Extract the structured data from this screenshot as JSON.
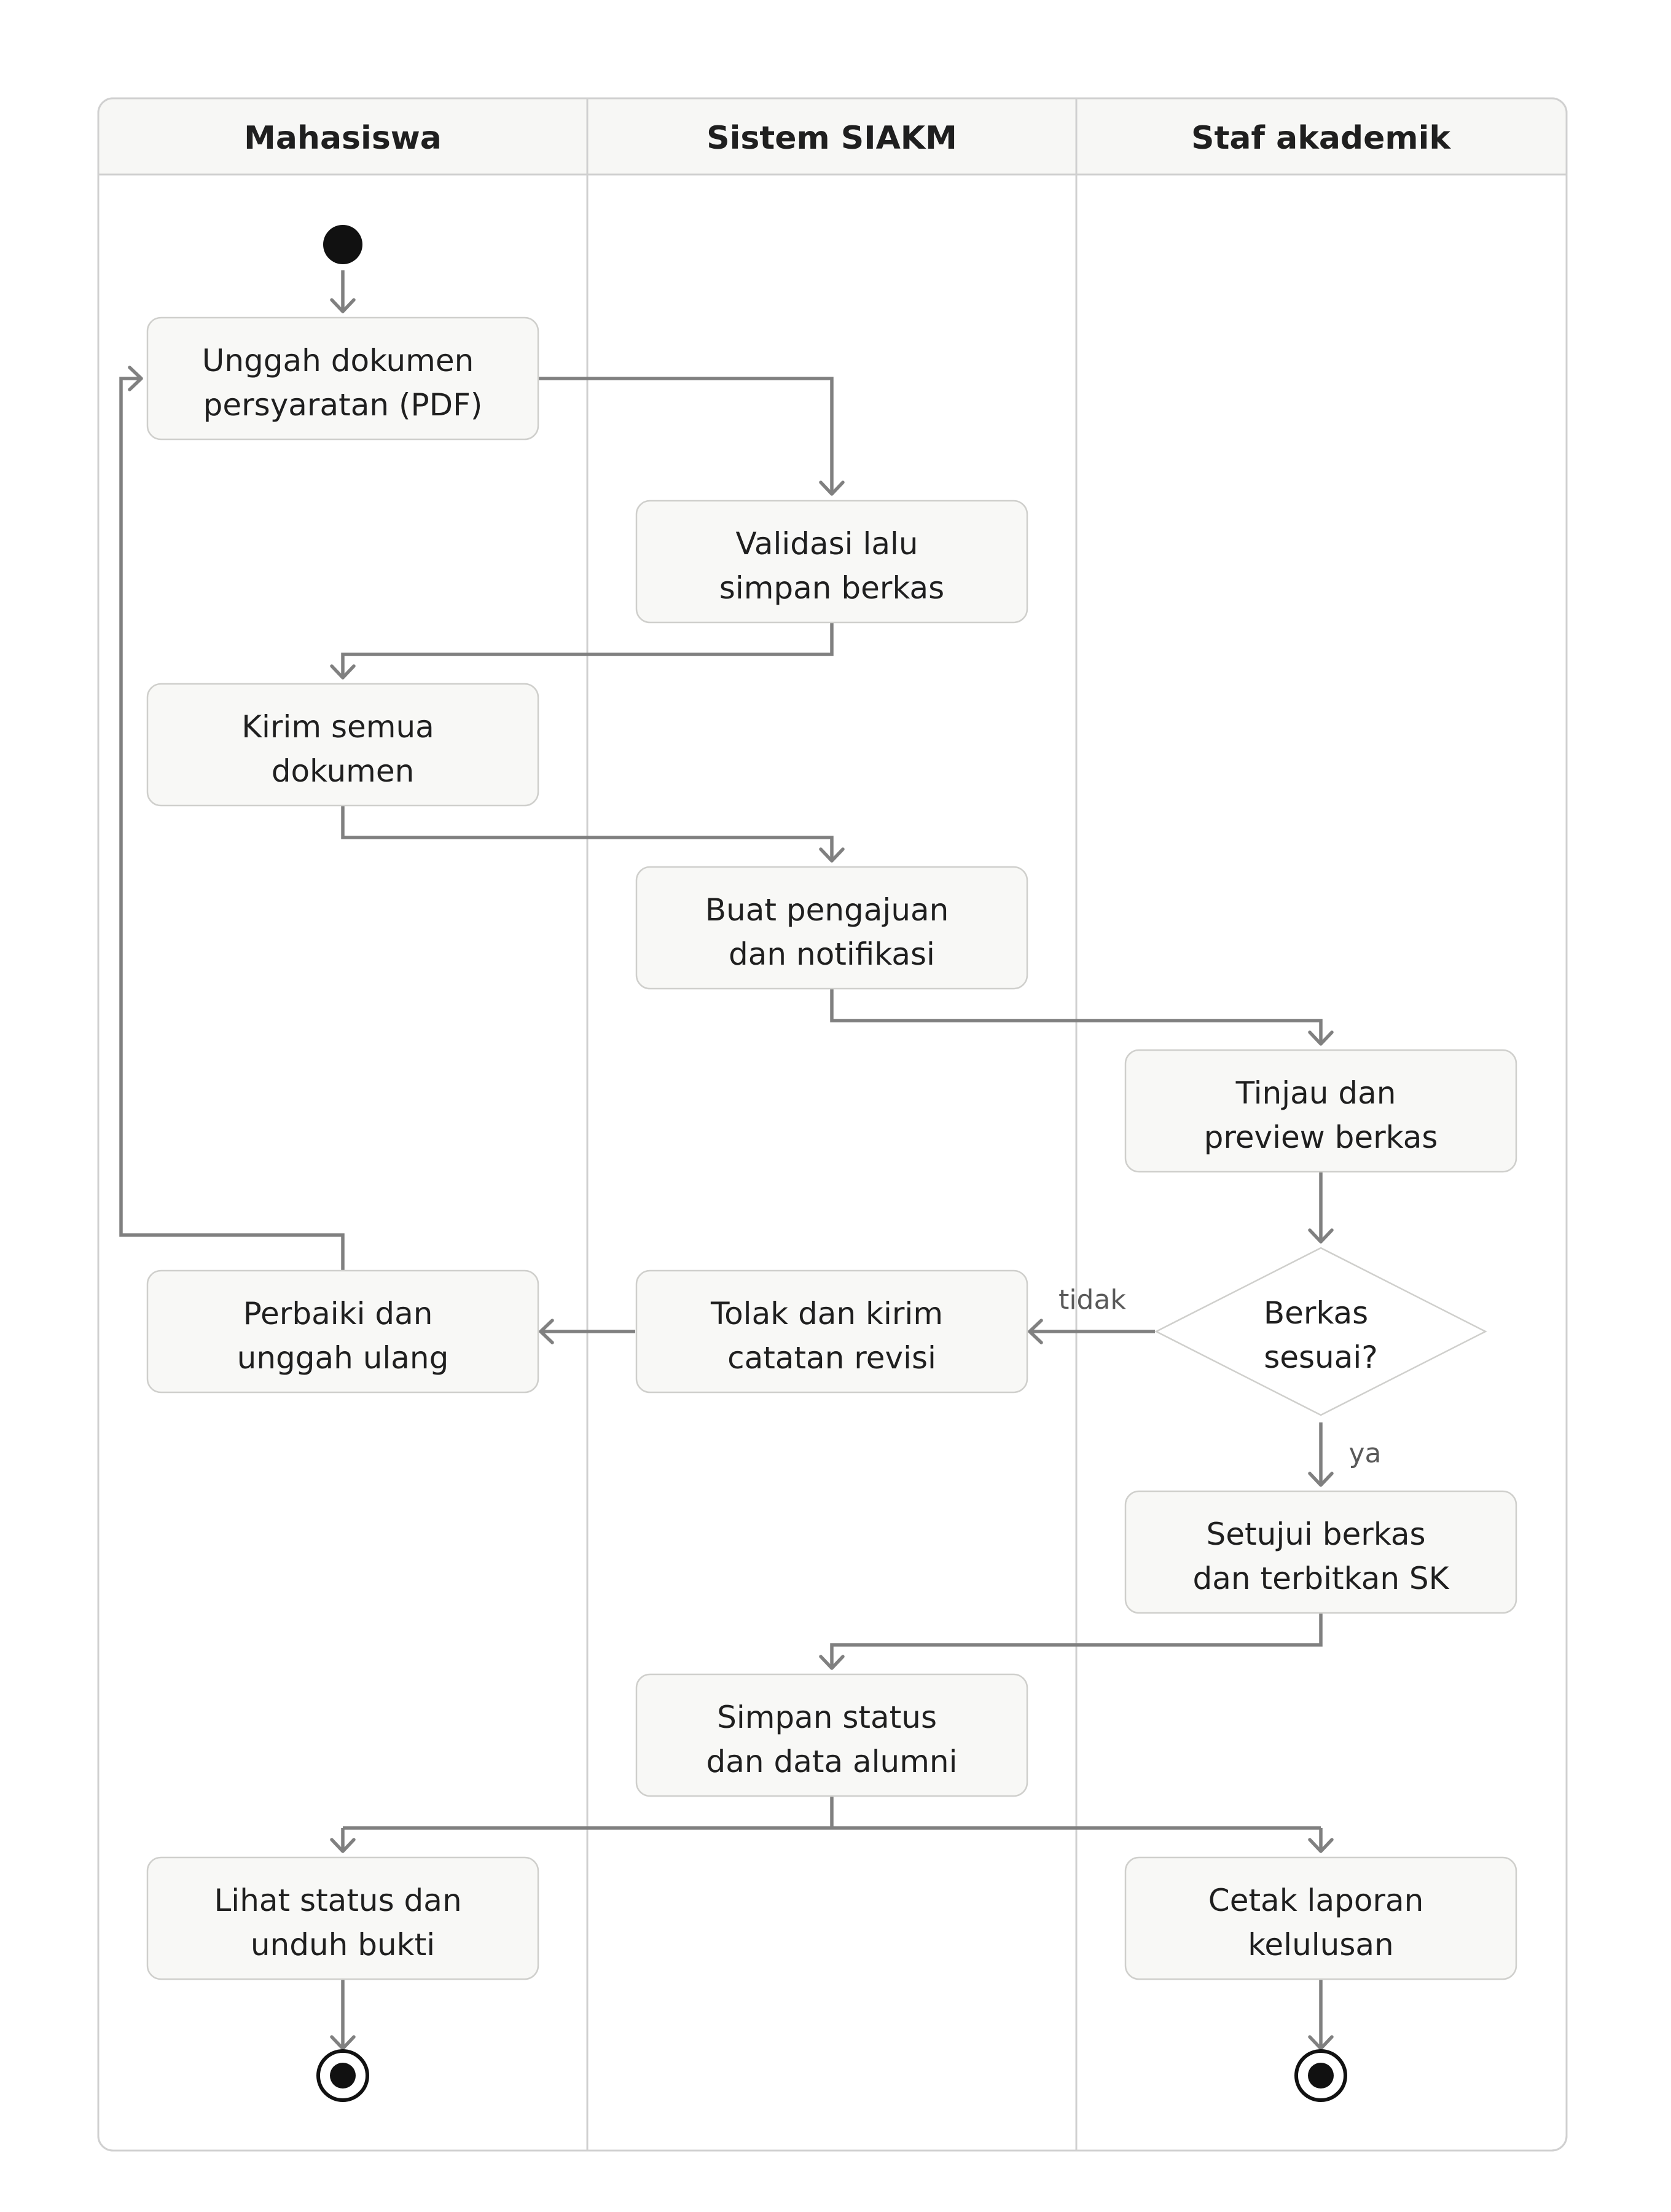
{
  "lanes": [
    {
      "title": "Mahasiswa"
    },
    {
      "title": "Sistem SIAKM"
    },
    {
      "title": "Staf akademik"
    }
  ],
  "nodes": {
    "upload": [
      "Unggah dokumen",
      "persyaratan (PDF)"
    ],
    "validate": [
      "Validasi lalu",
      "simpan berkas"
    ],
    "send_all": [
      "Kirim semua",
      "dokumen"
    ],
    "create_submission": [
      "Buat pengajuan",
      "dan notifikasi"
    ],
    "review": [
      "Tinjau dan",
      "preview berkas"
    ],
    "decision": [
      "Berkas",
      "sesuai?"
    ],
    "reject": [
      "Tolak dan kirim",
      "catatan revisi"
    ],
    "fix": [
      "Perbaiki dan",
      "unggah ulang"
    ],
    "approve": [
      "Setujui berkas",
      "dan terbitkan SK"
    ],
    "save_status": [
      "Simpan status",
      "dan data alumni"
    ],
    "view_status": [
      "Lihat status dan",
      "unduh bukti"
    ],
    "print_report": [
      "Cetak laporan",
      "kelulusan"
    ]
  },
  "edge_labels": {
    "no": "tidak",
    "yes": "ya"
  },
  "colors": {
    "node_fill": "#f8f8f6",
    "node_stroke": "#cfcfcc",
    "edge": "#808080",
    "lane_border": "#d0d0d0",
    "header_fill": "#f7f7f5",
    "terminal": "#111111"
  }
}
